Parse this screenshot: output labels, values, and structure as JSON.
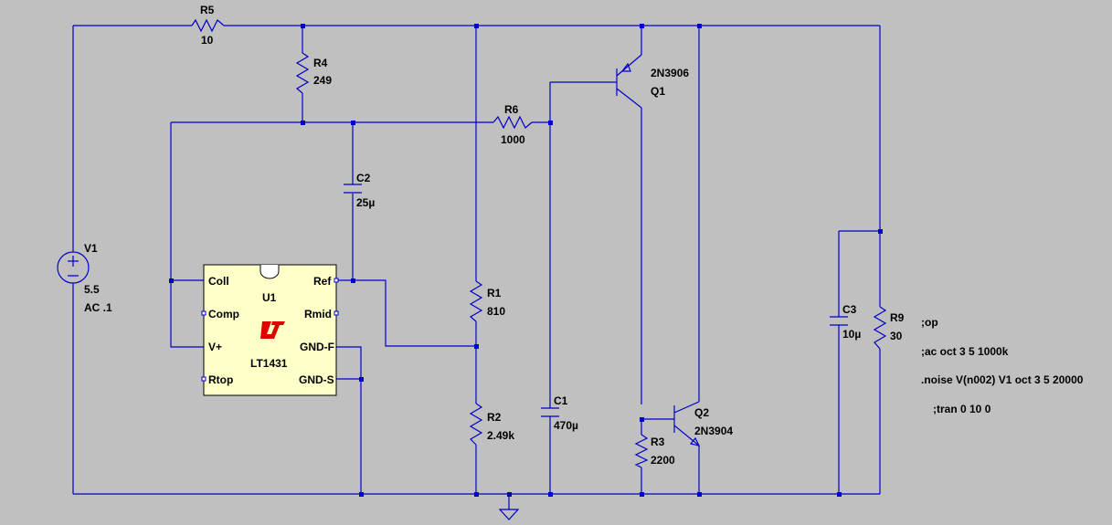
{
  "components": {
    "R5": {
      "ref": "R5",
      "value": "10"
    },
    "R4": {
      "ref": "R4",
      "value": "249"
    },
    "R6": {
      "ref": "R6",
      "value": "1000"
    },
    "C2": {
      "ref": "C2",
      "value": "25µ"
    },
    "V1": {
      "ref": "V1",
      "value": "5.5",
      "ac": "AC .1"
    },
    "U1": {
      "ref": "U1",
      "part": "LT1431",
      "pins": {
        "coll": "Coll",
        "comp": "Comp",
        "vplus": "V+",
        "rtop": "Rtop",
        "ref": "Ref",
        "rmid": "Rmid",
        "gndf": "GND-F",
        "gnds": "GND-S"
      }
    },
    "R1": {
      "ref": "R1",
      "value": "810"
    },
    "R2": {
      "ref": "R2",
      "value": "2.49k"
    },
    "C1": {
      "ref": "C1",
      "value": "470µ"
    },
    "Q1": {
      "ref": "Q1",
      "part": "2N3906"
    },
    "Q2": {
      "ref": "Q2",
      "part": "2N3904"
    },
    "R3": {
      "ref": "R3",
      "value": "2200"
    },
    "C3": {
      "ref": "C3",
      "value": "10µ"
    },
    "R9": {
      "ref": "R9",
      "value": "30"
    }
  },
  "directives": {
    "op": ";op",
    "ac": ";ac oct 3 5 1000k",
    "noise": ".noise V(n002) V1 oct 3 5 20000",
    "tran": ";tran 0 10 0"
  },
  "colors": {
    "wire": "#0000c8",
    "background": "#c0c0c0",
    "ic_fill": "#ffffc8",
    "logo": "#e00000"
  }
}
